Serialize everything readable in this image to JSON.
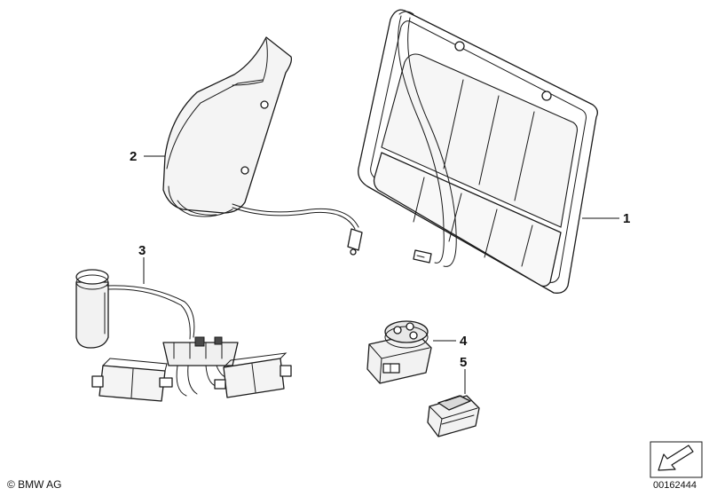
{
  "callouts": [
    {
      "id": "1",
      "label": "1"
    },
    {
      "id": "2",
      "label": "2"
    },
    {
      "id": "3",
      "label": "3"
    },
    {
      "id": "4",
      "label": "4"
    },
    {
      "id": "5",
      "label": "5"
    }
  ],
  "footer": {
    "copyright": "© BMW AG",
    "diagram_number": "00162444"
  },
  "icons": {
    "orientation_arrow": "arrow-down-left-icon"
  }
}
